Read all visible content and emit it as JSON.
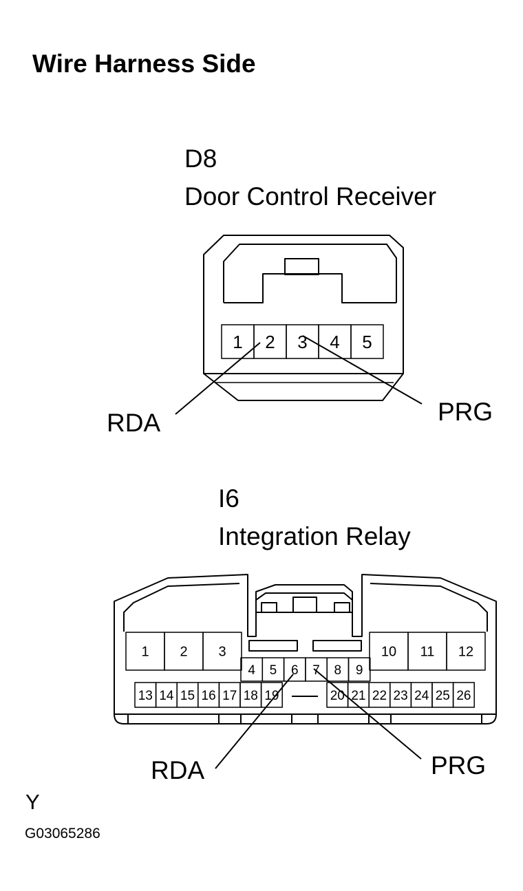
{
  "title": "Wire Harness Side",
  "connectors": [
    {
      "code": "D8",
      "name": "Door Control Receiver",
      "pins": [
        "1",
        "2",
        "3",
        "4",
        "5"
      ],
      "callouts": [
        {
          "label": "RDA",
          "pin": "2"
        },
        {
          "label": "PRG",
          "pin": "3"
        }
      ]
    },
    {
      "code": "I6",
      "name": "Integration Relay",
      "pins_upper": [
        "1",
        "2",
        "3",
        "10",
        "11",
        "12"
      ],
      "pins_middle": [
        "4",
        "5",
        "6",
        "7",
        "8",
        "9"
      ],
      "pins_lower": [
        "13",
        "14",
        "15",
        "16",
        "17",
        "18",
        "19",
        "20",
        "21",
        "22",
        "23",
        "24",
        "25",
        "26"
      ],
      "callouts": [
        {
          "label": "RDA",
          "pin": "6"
        },
        {
          "label": "PRG",
          "pin": "7"
        }
      ]
    }
  ],
  "view_letter": "Y",
  "figure_code": "G03065286"
}
